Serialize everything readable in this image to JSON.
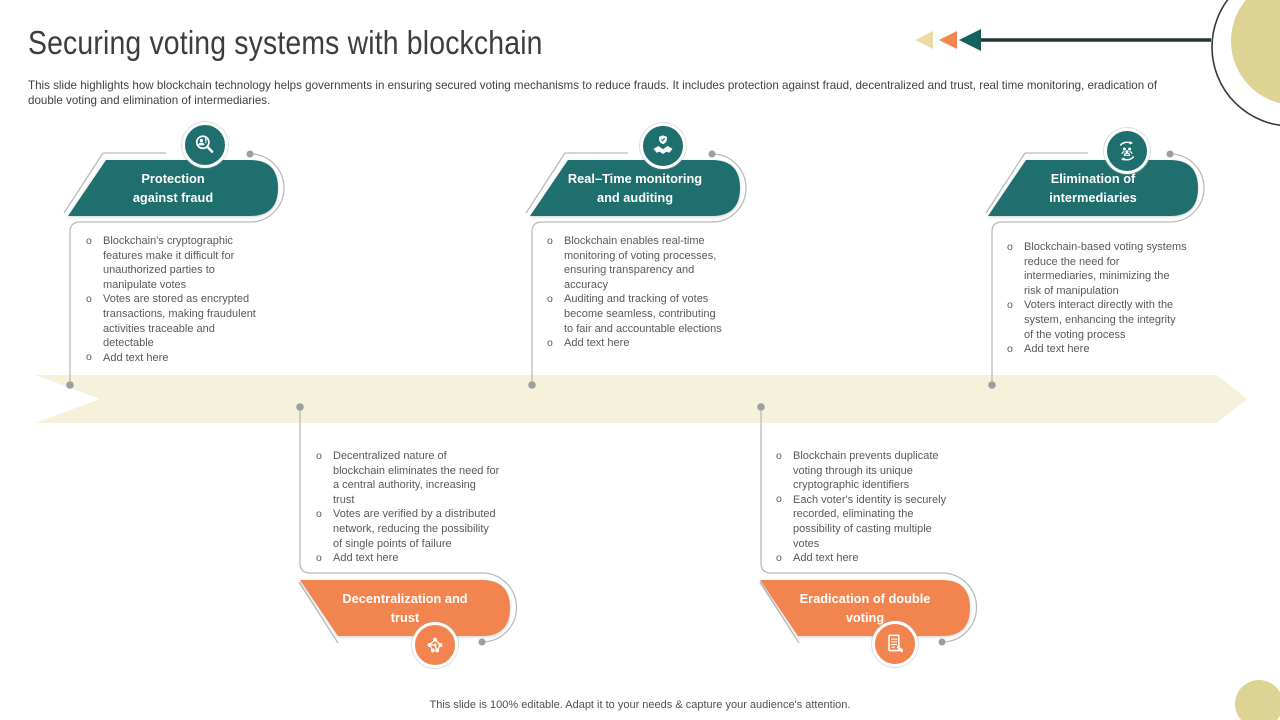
{
  "slide": {
    "title": "Securing voting systems with blockchain",
    "subtitle": "This slide highlights how blockchain technology helps governments in ensuring secured voting mechanisms to reduce frauds. It includes protection against fraud, decentralized and trust, real time monitoring, eradication of double voting and elimination of intermediaries.",
    "footer": "This slide is 100% editable. Adapt it to your needs & capture your audience's attention."
  },
  "colors": {
    "teal": "#1E6F6E",
    "orange": "#F2854F",
    "band_cream": "#F5F1DB",
    "tan_circle": "#DCD395",
    "dark_line": "#1F3536",
    "outline_gray": "#B7BCBC",
    "dot_gray": "#9AA0A0",
    "body_text": "#595959"
  },
  "sections": [
    {
      "label": "Protection against fraud",
      "label_lines": [
        "Protection",
        "against fraud"
      ],
      "icon": "fraud-detection-magnifier-icon",
      "bullets": [
        "Blockchain's cryptographic features make it difficult for unauthorized parties to manipulate votes",
        "Votes are stored as encrypted transactions, making fraudulent activities traceable and detectable",
        "Add text here"
      ]
    },
    {
      "label": "Real–Time monitoring and auditing",
      "label_lines": [
        "Real–Time monitoring",
        "and auditing"
      ],
      "icon": "handshake-shield-icon",
      "bullets": [
        "Blockchain enables real-time monitoring of voting processes, ensuring transparency and accuracy",
        "Auditing and tracking of votes become seamless, contributing to fair and accountable elections",
        "Add text here"
      ]
    },
    {
      "label": "Elimination of intermediaries",
      "label_lines": [
        "Elimination of",
        "intermediaries"
      ],
      "icon": "people-cycle-icon",
      "bullets": [
        "Blockchain-based voting systems reduce the need for intermediaries, minimizing the risk of manipulation",
        "Voters interact directly with the system, enhancing the integrity of the voting process",
        "Add text here"
      ]
    },
    {
      "label": "Decentralization and trust",
      "label_lines": [
        "Decentralization and",
        "trust"
      ],
      "icon": "network-nodes-icon",
      "bullets": [
        "Decentralized nature of blockchain eliminates the need for a central authority, increasing trust",
        "Votes are verified by a distributed network, reducing the possibility of single points of failure",
        "Add text here"
      ]
    },
    {
      "label": "Eradication of double voting",
      "label_lines": [
        "Eradication of double",
        "voting"
      ],
      "icon": "ballot-hand-icon",
      "bullets": [
        "Blockchain prevents duplicate voting through its unique cryptographic identifiers",
        "Each voter's identity is securely recorded, eliminating the possibility of casting multiple votes",
        "Add text here"
      ]
    }
  ]
}
